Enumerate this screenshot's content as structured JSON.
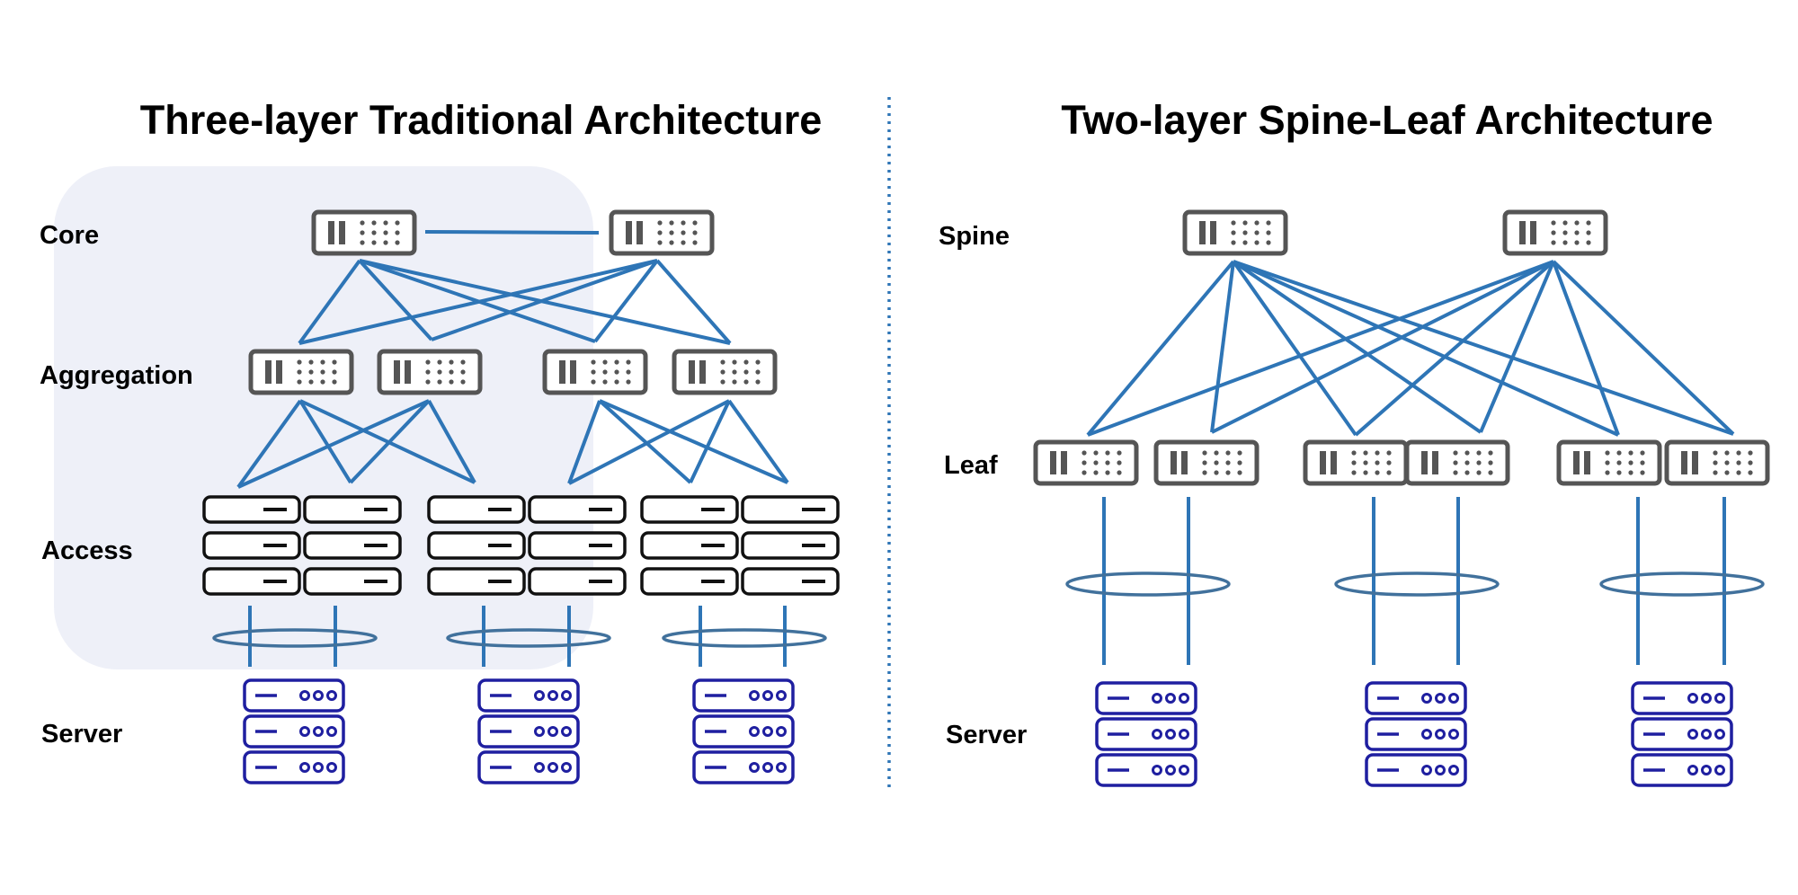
{
  "left_panel": {
    "title": "Three-layer Traditional Architecture",
    "labels": {
      "core": "Core",
      "aggregation": "Aggregation",
      "access": "Access",
      "server": "Server"
    }
  },
  "right_panel": {
    "title": "Two-layer Spine-Leaf Architecture",
    "labels": {
      "spine": "Spine",
      "leaf": "Leaf",
      "server": "Server"
    }
  },
  "colors": {
    "link": "#2e75b6",
    "switch": "#555555",
    "server": "#1f1fa0",
    "divider": "#2e75b6"
  },
  "icons": {
    "core_switch": "network-switch-icon",
    "aggregation_switch": "network-switch-icon",
    "access_switch": "access-switch-stack-icon",
    "spine_switch": "network-switch-icon",
    "leaf_switch": "network-switch-icon",
    "server": "server-rack-icon"
  },
  "topology": {
    "core_switches": 2,
    "aggregation_switches": 4,
    "access_groups": 3,
    "left_server_racks": 3,
    "spine_switches": 2,
    "leaf_switches": 6,
    "right_server_racks": 3
  }
}
